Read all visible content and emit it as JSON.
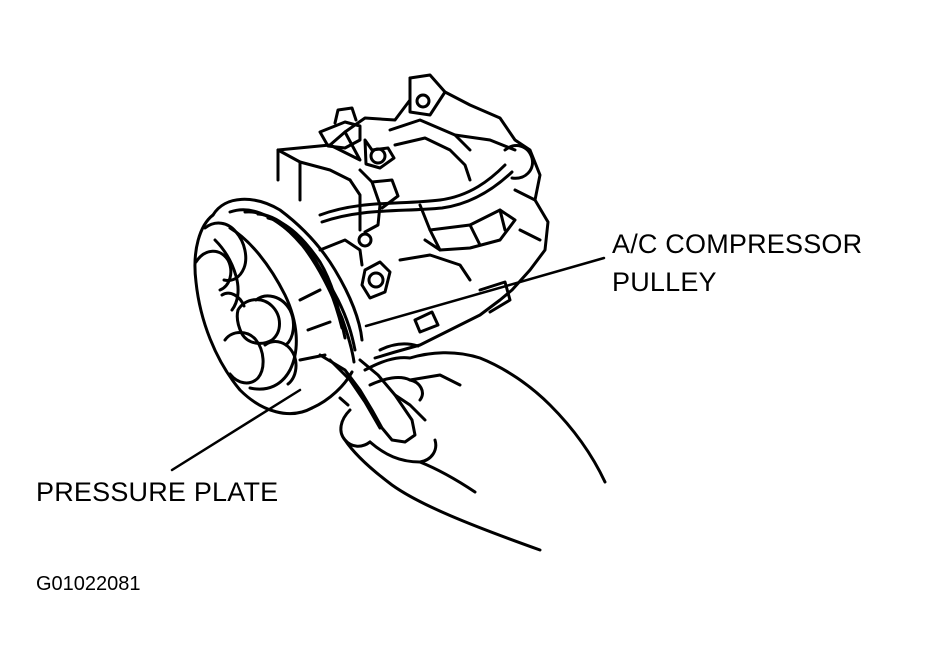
{
  "labels": {
    "ac_compressor_pulley": [
      "A/C COMPRESSOR",
      "PULLEY"
    ],
    "pressure_plate": "PRESSURE PLATE"
  },
  "figure_id": "G01022081",
  "colors": {
    "line": "#000000",
    "background": "#ffffff"
  }
}
